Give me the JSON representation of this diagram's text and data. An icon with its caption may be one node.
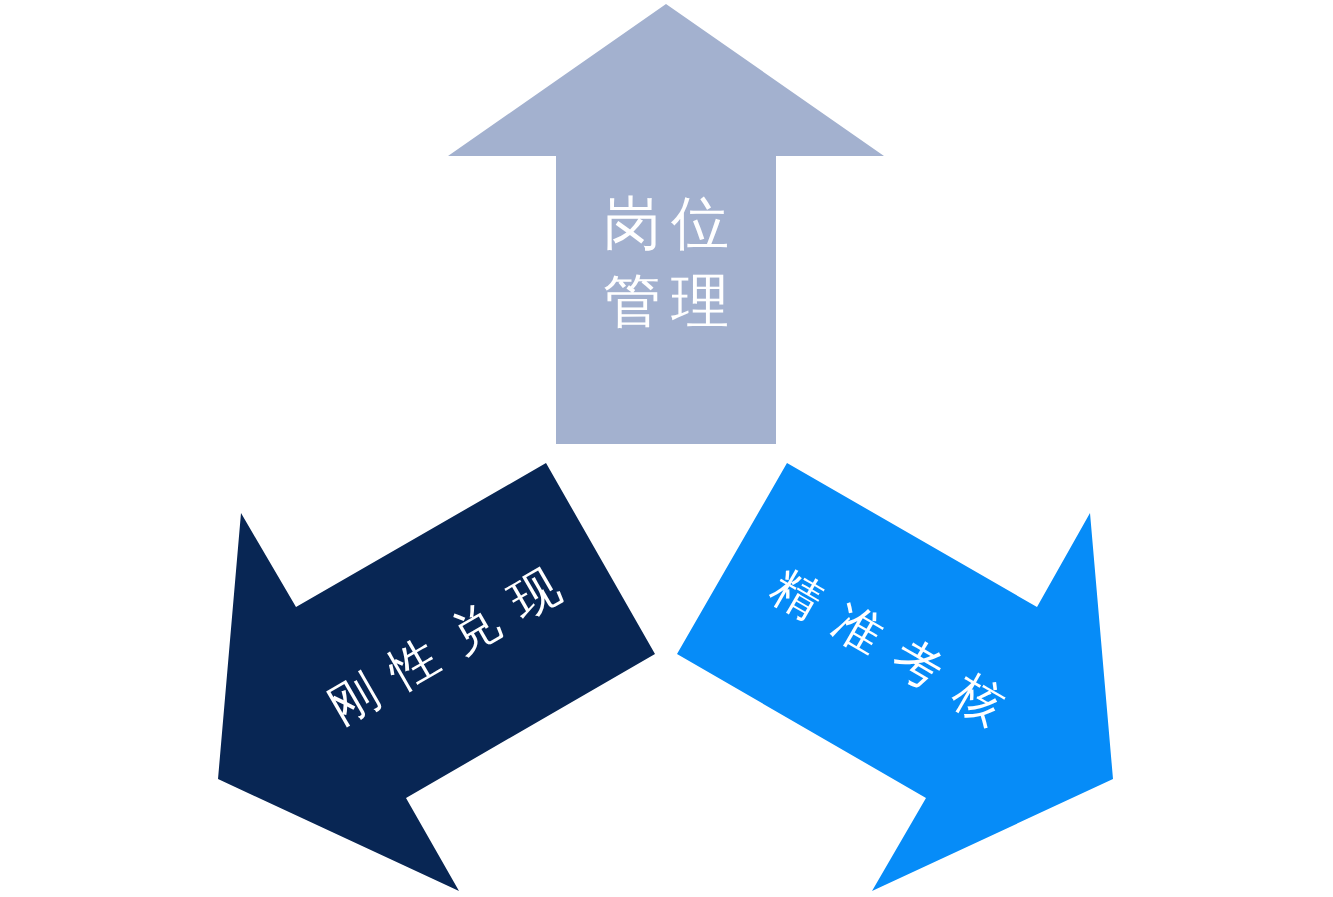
{
  "diagram": {
    "nodes": [
      {
        "text": [
          "岗位管理"
        ]
      },
      {
        "text": [
          "刚性兑现"
        ]
      },
      {
        "text": [
          "精准考核"
        ]
      }
    ]
  }
}
